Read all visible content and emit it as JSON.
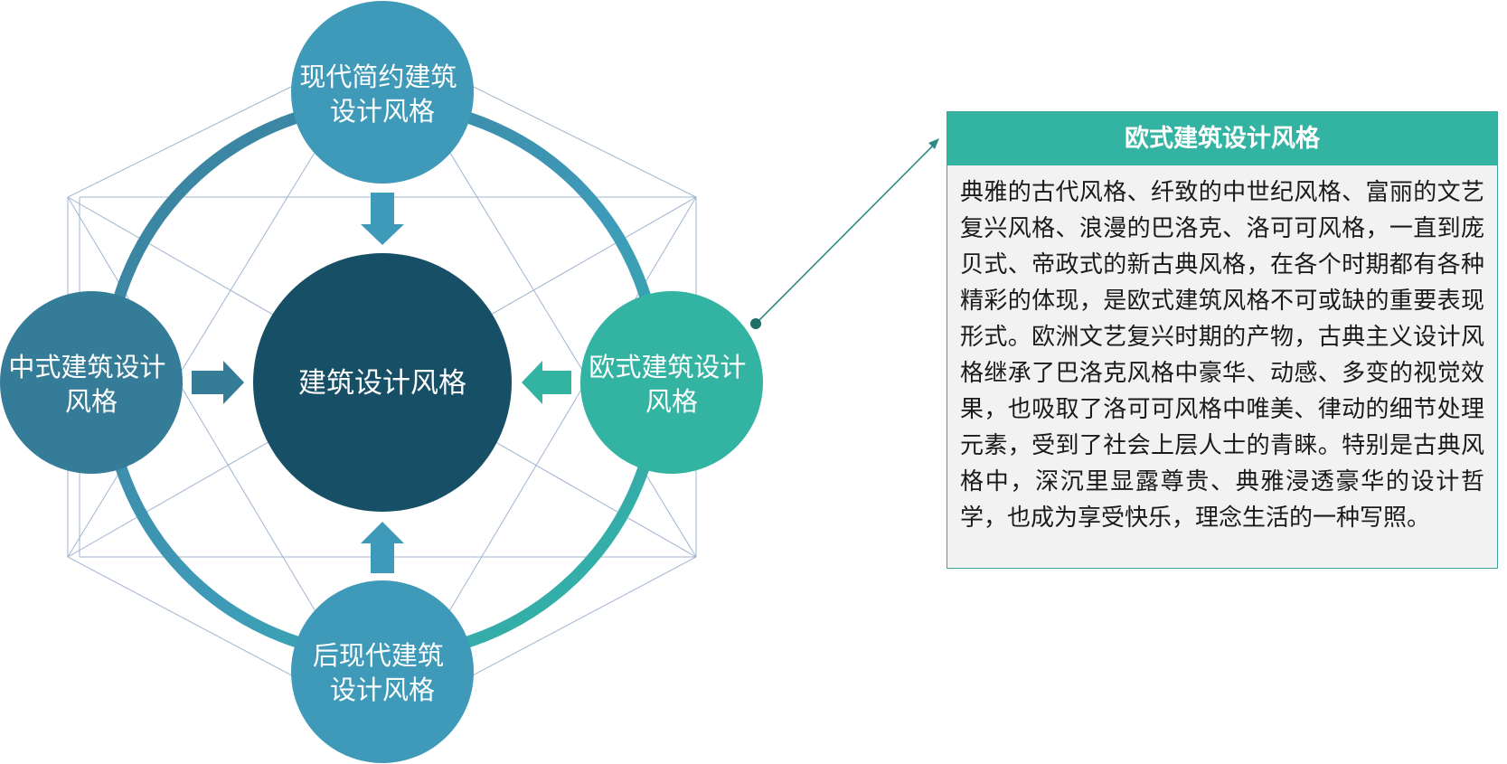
{
  "diagram": {
    "center": {
      "label": "建筑设计风格",
      "color": "#174f66"
    },
    "nodes": [
      {
        "id": "modern",
        "lines": [
          "现代简约建筑",
          "设计风格"
        ],
        "color": "#3e9ab8"
      },
      {
        "id": "chinese",
        "lines": [
          "中式建筑设计",
          "风格"
        ],
        "color": "#357c98"
      },
      {
        "id": "european",
        "lines": [
          "欧式建筑设计",
          "风格"
        ],
        "color": "#33b3a2"
      },
      {
        "id": "postmodern",
        "lines": [
          "后现代建筑",
          "设计风格"
        ],
        "color": "#3e9ab8"
      }
    ]
  },
  "panel": {
    "title": "欧式建筑设计风格",
    "body": "典雅的古代风格、纤致的中世纪风格、富丽的文艺复兴风格、浪漫的巴洛克、洛可可风格，一直到庞贝式、帝政式的新古典风格，在各个时期都有各种精彩的体现，是欧式建筑风格不可或缺的重要表现形式。欧洲文艺复兴时期的产物，古典主义设计风格继承了巴洛克风格中豪华、动感、多变的视觉效果，也吸取了洛可可风格中唯美、律动的细节处理元素，受到了社会上层人士的青睐。特别是古典风格中，深沉里显露尊贵、典雅浸透豪华的设计哲学，也成为享受快乐，理念生活的一种写照。"
  }
}
